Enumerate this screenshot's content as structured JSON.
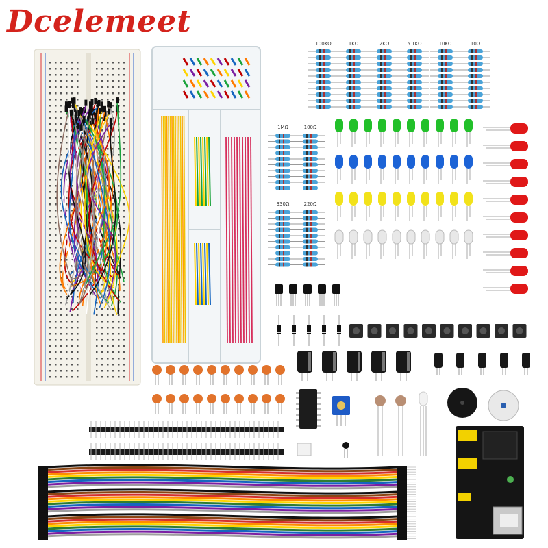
{
  "brand": {
    "name": "Dcelemeet",
    "color": "#d4231c"
  },
  "resistor_values": [
    "100KΩ",
    "1KΩ",
    "2KΩ",
    "5.1KΩ",
    "10KΩ",
    "10Ω"
  ],
  "resistor_values_small": [
    "1MΩ",
    "100Ω",
    "330Ω",
    "220Ω"
  ],
  "led_colors": [
    "#22c02a",
    "#1c63d6",
    "#f2e21a",
    "#e8e8e8",
    "#e01818"
  ],
  "wire_colors": [
    "#c00000",
    "#ff7a00",
    "#ffd400",
    "#1aa33c",
    "#1565c0",
    "#7b1fa2",
    "#8d6e63",
    "#9e9e9e",
    "#ffffff",
    "#111111"
  ],
  "dupont_colors": [
    "#111111",
    "#8b4513",
    "#d32f2f",
    "#ff8c00",
    "#ffd400",
    "#2e7d32",
    "#1565c0",
    "#7b1fa2",
    "#9e9e9e",
    "#ffffff"
  ]
}
